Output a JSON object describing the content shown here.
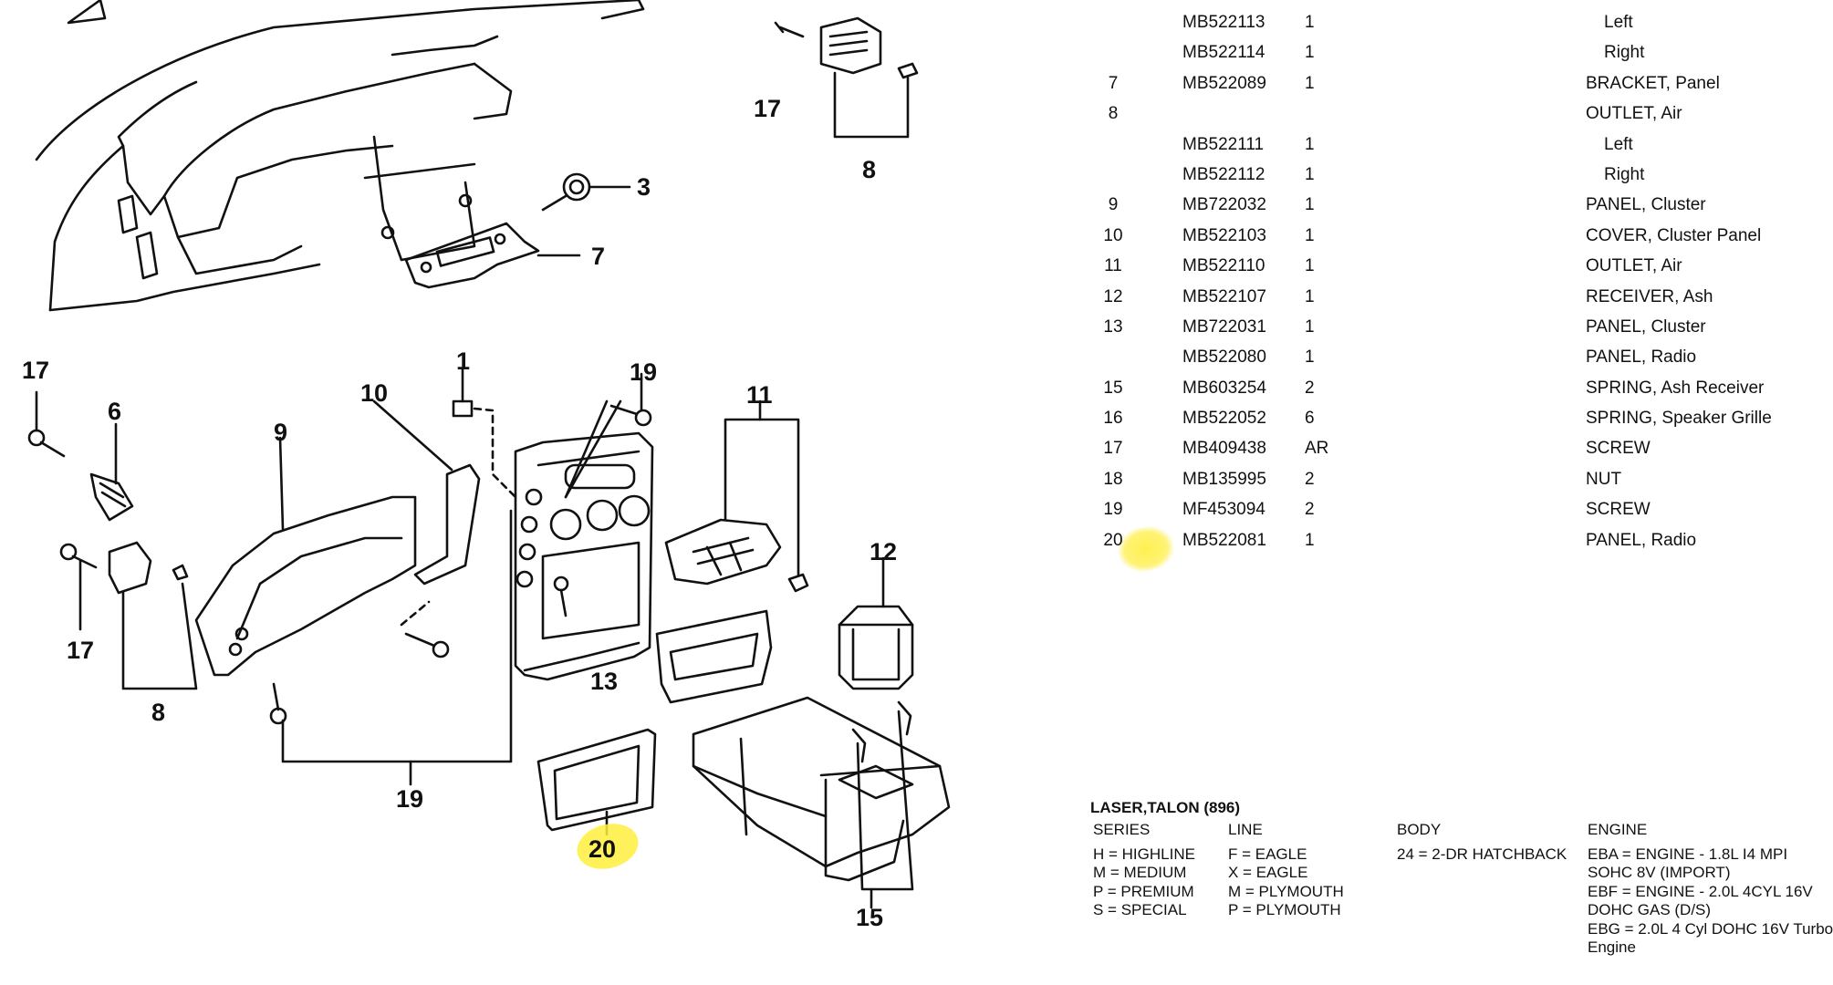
{
  "callouts": {
    "c1": "1",
    "c3": "3",
    "c6": "6",
    "c7": "7",
    "c8a": "8",
    "c8b": "8",
    "c9": "9",
    "c10": "10",
    "c11": "11",
    "c12": "12",
    "c13": "13",
    "c15": "15",
    "c17a": "17",
    "c17b": "17",
    "c17c": "17",
    "c19a": "19",
    "c19b": "19",
    "c20": "20"
  },
  "parts": [
    {
      "item": "",
      "part": "MB522113",
      "qty": "1",
      "desc": "Left",
      "sub": true
    },
    {
      "item": "",
      "part": "MB522114",
      "qty": "1",
      "desc": "Right",
      "sub": true
    },
    {
      "item": "7",
      "part": "MB522089",
      "qty": "1",
      "desc": "BRACKET, Panel",
      "sub": false
    },
    {
      "item": "8",
      "part": "",
      "qty": "",
      "desc": "OUTLET, Air",
      "sub": false
    },
    {
      "item": "",
      "part": "MB522111",
      "qty": "1",
      "desc": "Left",
      "sub": true
    },
    {
      "item": "",
      "part": "MB522112",
      "qty": "1",
      "desc": "Right",
      "sub": true
    },
    {
      "item": "9",
      "part": "MB722032",
      "qty": "1",
      "desc": "PANEL, Cluster",
      "sub": false
    },
    {
      "item": "10",
      "part": "MB522103",
      "qty": "1",
      "desc": "COVER, Cluster Panel",
      "sub": false
    },
    {
      "item": "11",
      "part": "MB522110",
      "qty": "1",
      "desc": "OUTLET, Air",
      "sub": false
    },
    {
      "item": "12",
      "part": "MB522107",
      "qty": "1",
      "desc": "RECEIVER, Ash",
      "sub": false
    },
    {
      "item": "13",
      "part": "MB722031",
      "qty": "1",
      "desc": "PANEL, Cluster",
      "sub": false
    },
    {
      "item": "",
      "part": "MB522080",
      "qty": "1",
      "desc": "PANEL, Radio",
      "sub": false
    },
    {
      "item": "15",
      "part": "MB603254",
      "qty": "2",
      "desc": "SPRING, Ash Receiver",
      "sub": false
    },
    {
      "item": "16",
      "part": "MB522052",
      "qty": "6",
      "desc": "SPRING, Speaker Grille",
      "sub": false
    },
    {
      "item": "17",
      "part": "MB409438",
      "qty": "AR",
      "desc": "SCREW",
      "sub": false
    },
    {
      "item": "18",
      "part": "MB135995",
      "qty": "2",
      "desc": "NUT",
      "sub": false
    },
    {
      "item": "19",
      "part": "MF453094",
      "qty": "2",
      "desc": "SCREW",
      "sub": false
    },
    {
      "item": "20",
      "part": "MB522081",
      "qty": "1",
      "desc": "PANEL, Radio",
      "sub": false
    }
  ],
  "legend": {
    "title": "LASER,TALON (896)",
    "series": {
      "heading": "SERIES",
      "lines": [
        "H = HIGHLINE",
        "M = MEDIUM",
        "P = PREMIUM",
        "S = SPECIAL"
      ]
    },
    "line": {
      "heading": "LINE",
      "lines": [
        "F = EAGLE",
        "X = EAGLE",
        "M = PLYMOUTH",
        "P = PLYMOUTH"
      ]
    },
    "body": {
      "heading": "BODY",
      "lines": [
        "24 = 2-DR HATCHBACK"
      ]
    },
    "engine": {
      "heading": "ENGINE",
      "lines": [
        "EBA = ENGINE - 1.8L I4 MPI",
        "SOHC 8V (IMPORT)",
        "EBF = ENGINE - 2.0L 4CYL 16V",
        "DOHC GAS (D/S)",
        "EBG = 2.0L 4 Cyl DOHC 16V Turbo",
        "Engine"
      ]
    }
  },
  "highlight_color": "#FFEE3C"
}
